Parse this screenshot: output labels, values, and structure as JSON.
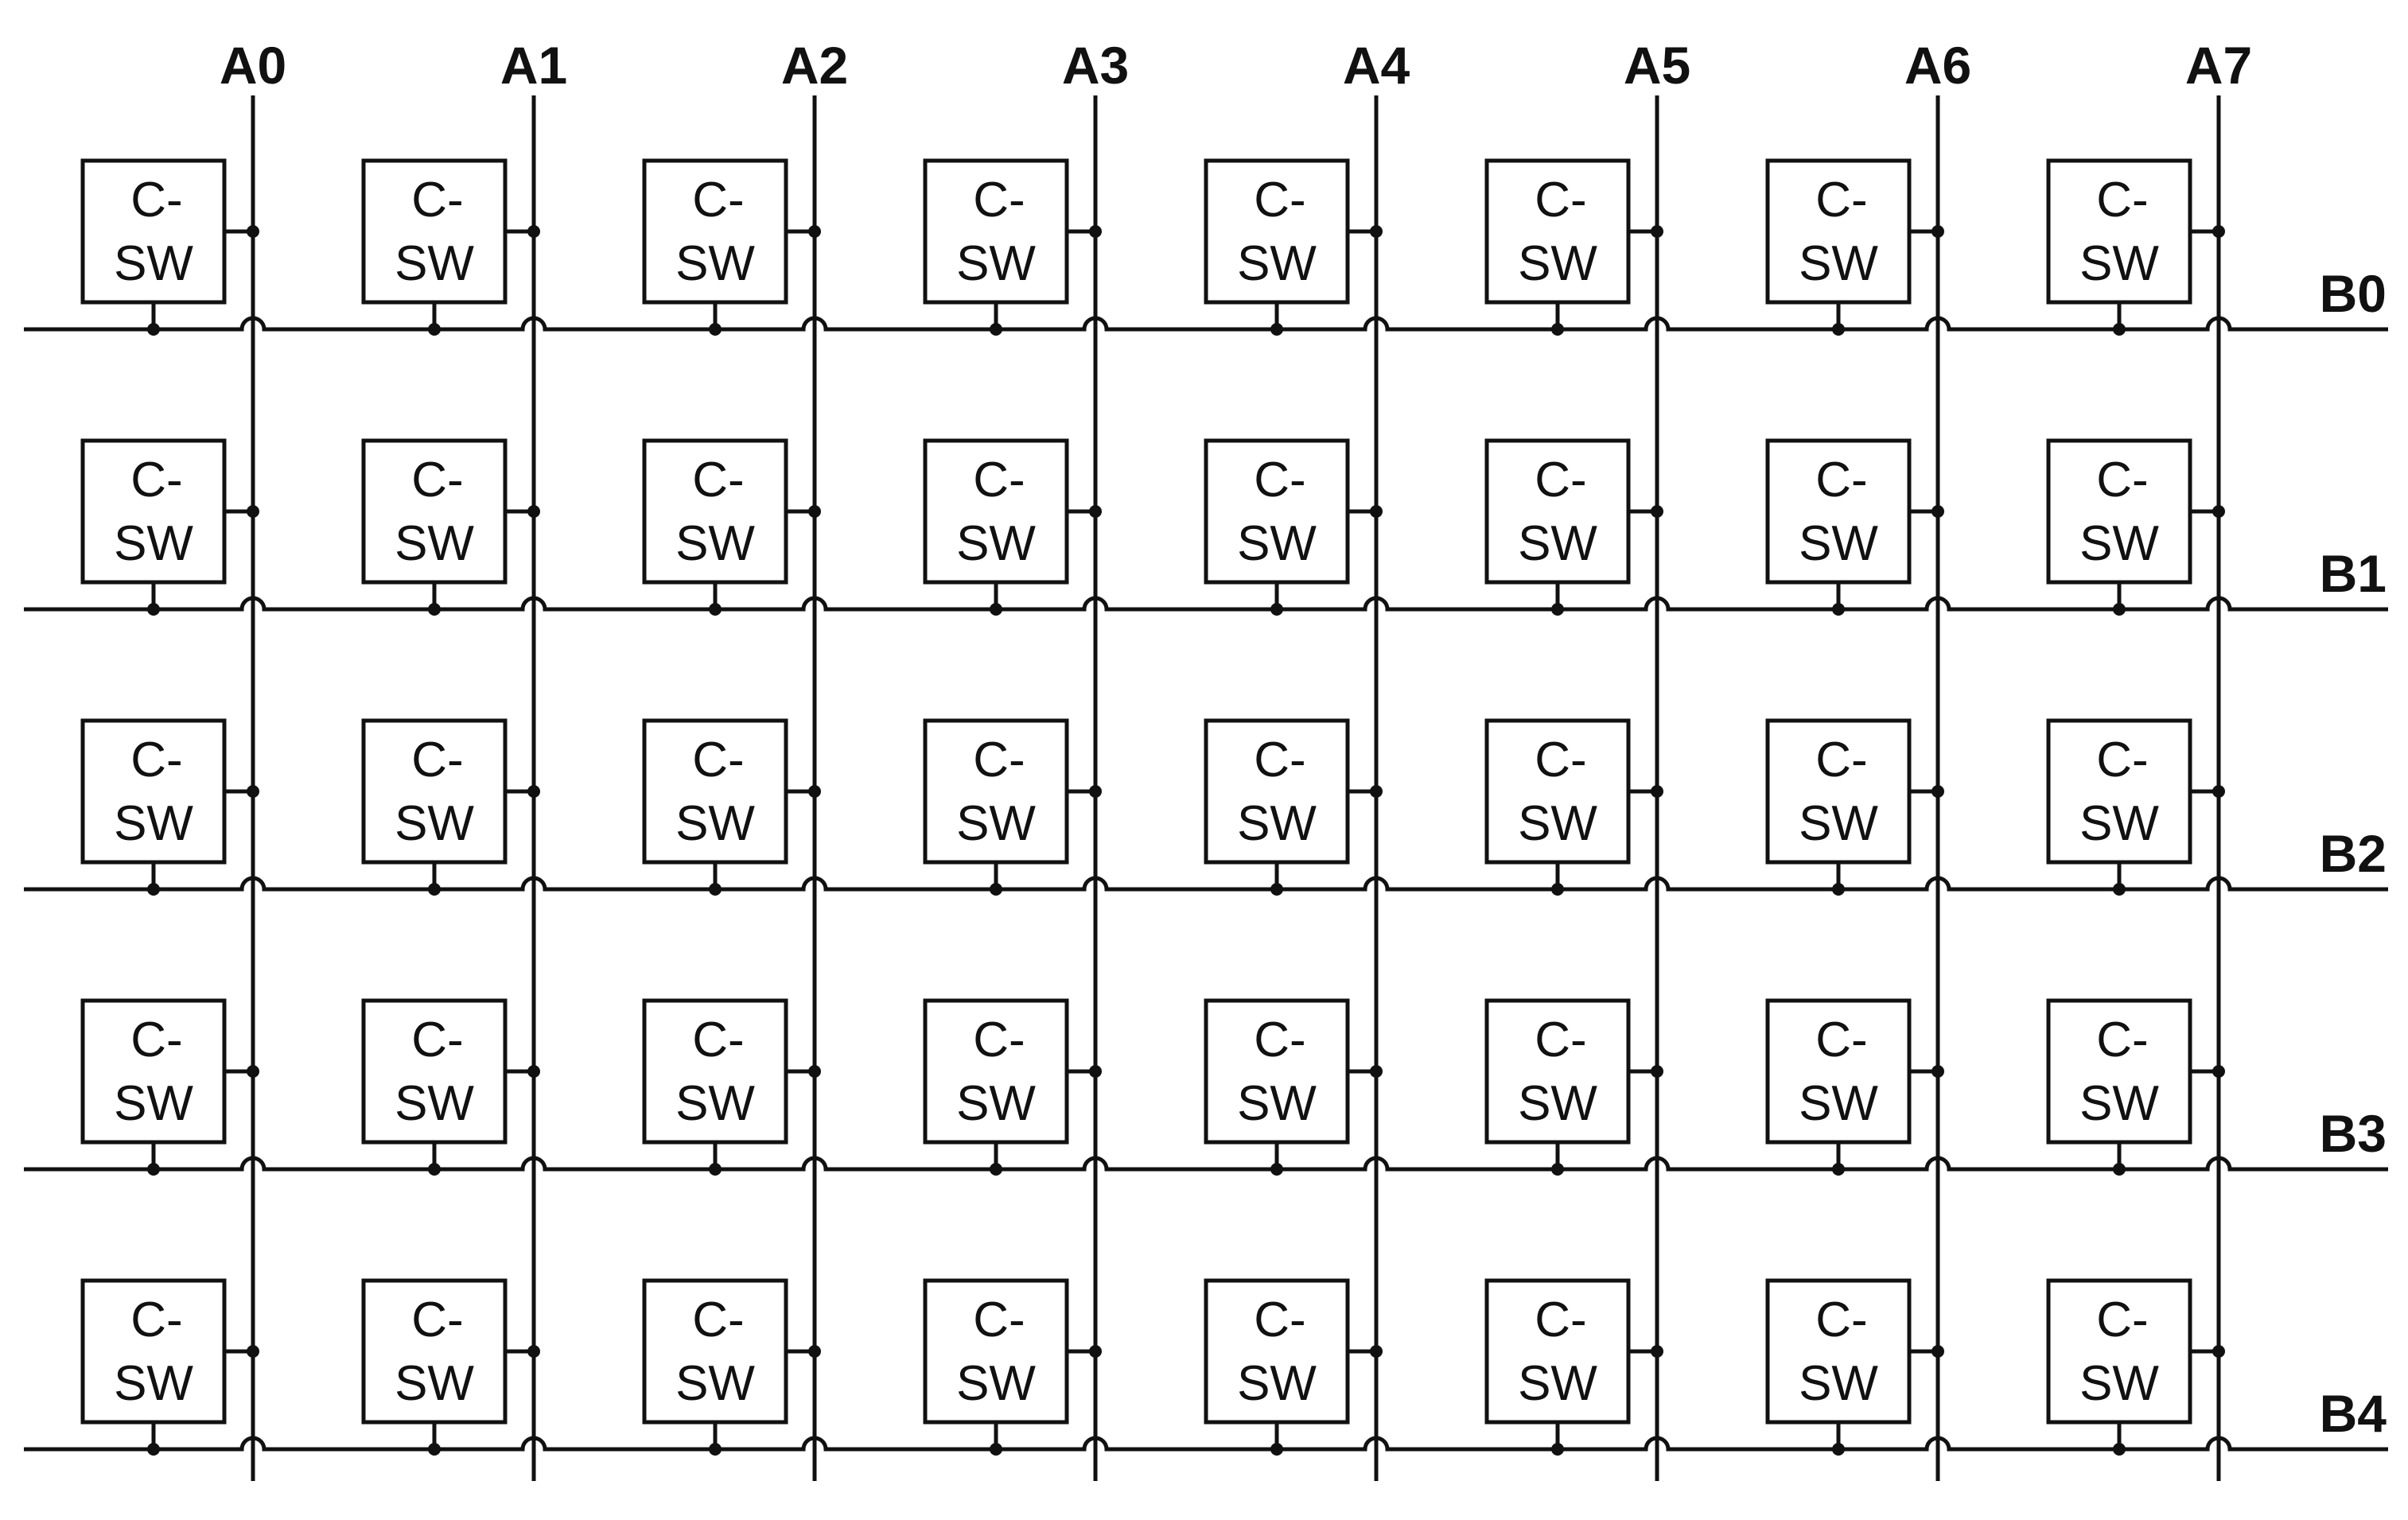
{
  "diagram": {
    "columns": [
      "A0",
      "A1",
      "A2",
      "A3",
      "A4",
      "A5",
      "A6",
      "A7"
    ],
    "rows": [
      "B0",
      "B1",
      "B2",
      "B3",
      "B4"
    ],
    "cell": {
      "line1": "C-",
      "line2": "SW"
    },
    "colors": {
      "ink": "#111111",
      "background": "#ffffff"
    }
  }
}
